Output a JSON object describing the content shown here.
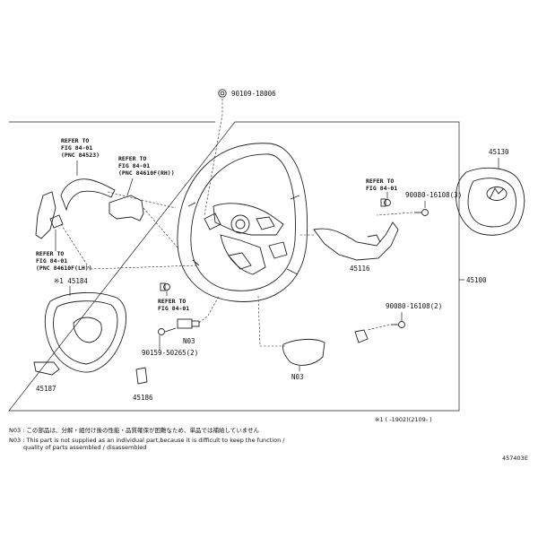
{
  "top_bolt": "90109-18006",
  "refer1": {
    "l1": "REFER TO",
    "l2": "FIG 84-01",
    "l3": "(PNC 84523)"
  },
  "refer2": {
    "l1": "REFER TO",
    "l2": "FIG 84-01",
    "l3": "(PNC 84610F(RH))"
  },
  "refer3": {
    "l1": "REFER TO",
    "l2": "FIG 84-01",
    "l3": "(PNC 84610F(LH))"
  },
  "refer4": {
    "l1": "REFER TO",
    "l2": "FIG 84-01"
  },
  "refer5": {
    "l1": "REFER TO",
    "l2": "FIG 84-01"
  },
  "screw_rh": "90080-16108(3)",
  "screw_lower": "90080-16108(2)",
  "screw_left": "90159-50265(2)",
  "p45130": "45130",
  "p45100": "45100",
  "p45116": "45116",
  "p45184": "※1 45184",
  "p45187": "45187",
  "p45186": "45186",
  "n03a": "N03",
  "n03b": "N03",
  "footnote_range": "※1 (       -1902)(2109-      )",
  "note_jp": "N03 : この部品は、分解・組付け後の性能・品質確保が困難なため、単品では補給していません",
  "note_en1": "N03 : This part is not supplied as an individual part,because it is difficult to keep the function /",
  "note_en2": "quality of parts assembled / disassembled",
  "fig_code": "457403E"
}
